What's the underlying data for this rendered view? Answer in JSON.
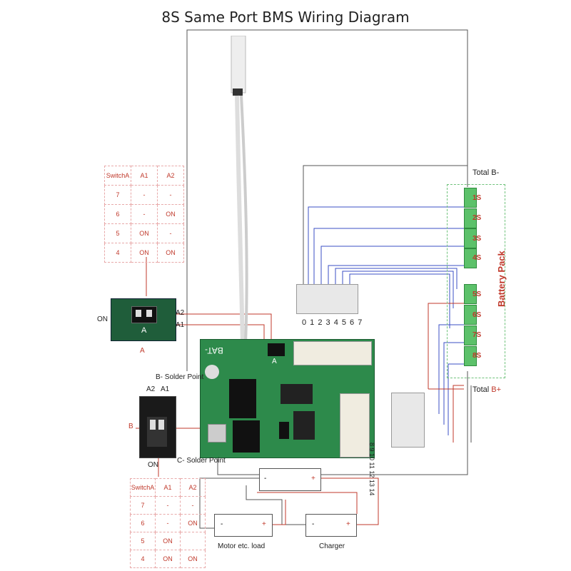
{
  "title": "8S Same Port BMS Wiring Diagram",
  "table_a": {
    "header": [
      "SwitchA",
      "A1",
      "A2"
    ],
    "rows": [
      [
        "7",
        "-",
        "-"
      ],
      [
        "6",
        "-",
        "ON"
      ],
      [
        "5",
        "ON",
        "-"
      ],
      [
        "4",
        "ON",
        "ON"
      ]
    ]
  },
  "table_b": {
    "header": [
      "SwitchA",
      "A1",
      "A2"
    ],
    "rows": [
      [
        "7",
        "-",
        "-"
      ],
      [
        "6",
        "-",
        "ON"
      ],
      [
        "5",
        "ON",
        ""
      ],
      [
        "4",
        "ON",
        "ON"
      ]
    ]
  },
  "switch_a": {
    "on_label": "ON",
    "a_label": "A",
    "name": "A",
    "a2": "A2",
    "a1": "A1"
  },
  "switch_b": {
    "a2": "A2",
    "a1": "A1",
    "name": "B",
    "on_label": "ON"
  },
  "points": {
    "b_minus": "B- Solder Point",
    "c_minus": "C- Solder Point"
  },
  "connector_top": {
    "pins": "0 1 2 3 4 5 6 7"
  },
  "connector_side": {
    "pins": "8 9 10 11 12 13 14"
  },
  "battery": {
    "total_minus": "Total B-",
    "total_plus_prefix": "Total ",
    "total_plus_suffix": "B+",
    "pack_label": "Battery Pack",
    "cells": [
      "1S",
      "2S",
      "3S",
      "4S",
      "5S",
      "6S",
      "7S",
      "8S"
    ]
  },
  "devices": {
    "top_minus": "-",
    "top_plus": "+",
    "load_label": "Motor etc. load",
    "load_minus": "-",
    "load_plus": "+",
    "charger_label": "Charger",
    "charger_minus": "-",
    "charger_plus": "+"
  },
  "board": {
    "bat_label": "BAT-",
    "a_label": "A"
  }
}
